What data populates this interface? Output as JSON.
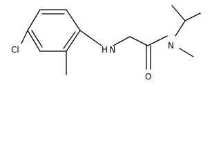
{
  "structure": {
    "atoms": {
      "chlorine": "Cl",
      "amine_nitrogen": "H N",
      "carbonyl_oxygen": "O",
      "amide_nitrogen": "N"
    }
  }
}
